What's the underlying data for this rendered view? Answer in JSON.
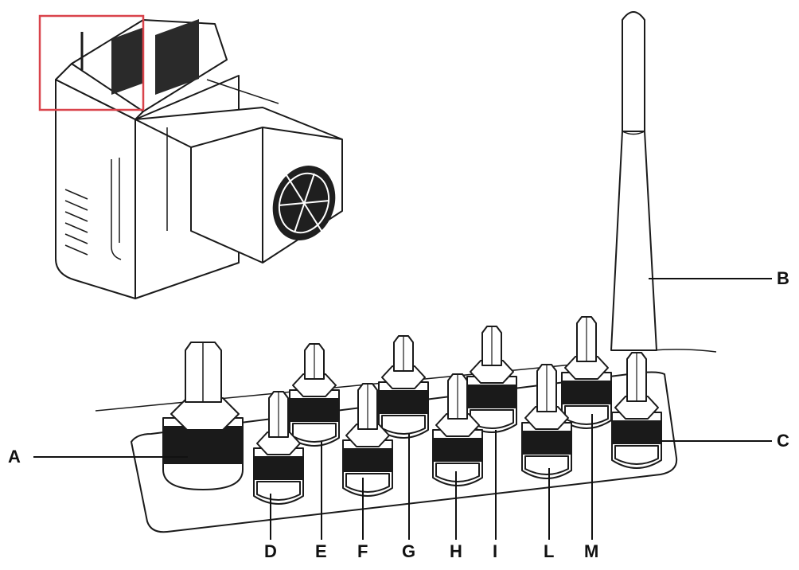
{
  "colors": {
    "line": "#1a1a1a",
    "highlight_box": "#d9434b",
    "background": "#ffffff"
  },
  "callouts": {
    "A": "A",
    "B": "B",
    "C": "C",
    "D": "D",
    "E": "E",
    "F": "F",
    "G": "G",
    "H": "H",
    "I": "I",
    "L": "L",
    "M": "M"
  }
}
